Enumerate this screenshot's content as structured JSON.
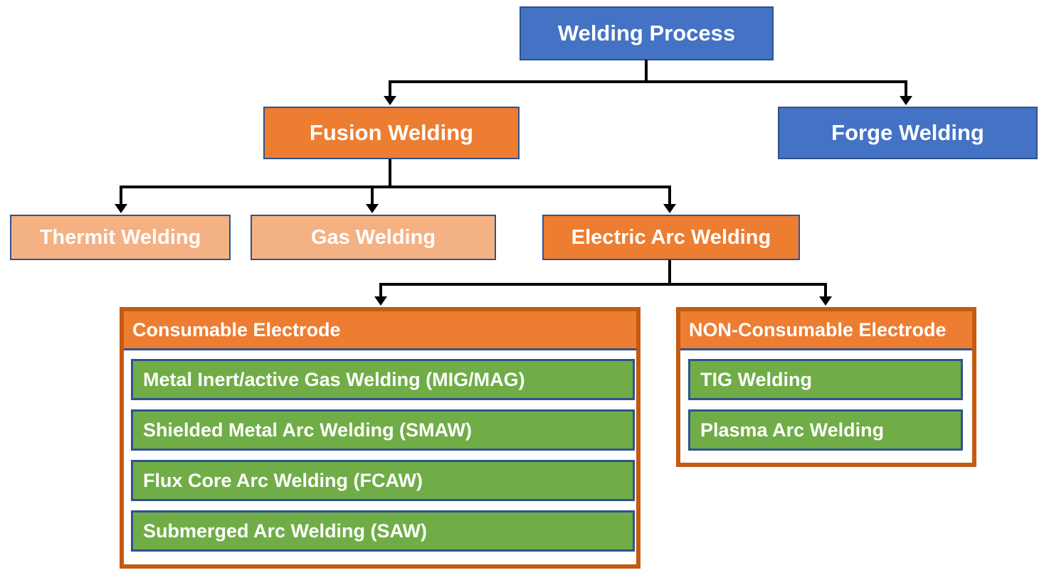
{
  "diagram_title": "Welding Process",
  "colors": {
    "blue_fill": "#4472C4",
    "orange_fill": "#ED7D31",
    "light_orange_fill": "#F4B183",
    "green_fill": "#70AD47",
    "navy_border": "#2F528F",
    "dark_orange_border": "#C55A11",
    "connector_line": "#000000",
    "text": "#FFFFFF",
    "background": "#FFFFFF"
  },
  "nodes": {
    "root": {
      "label": "Welding Process"
    },
    "fusion": {
      "label": "Fusion Welding"
    },
    "forge": {
      "label": "Forge Welding"
    },
    "thermit": {
      "label": "Thermit Welding"
    },
    "gas": {
      "label": "Gas Welding"
    },
    "electric_arc": {
      "label": "Electric Arc Welding"
    },
    "consumable": {
      "header": "Consumable Electrode",
      "items": [
        "Metal Inert/active Gas Welding (MIG/MAG)",
        "Shielded Metal Arc Welding (SMAW)",
        "Flux Core Arc Welding (FCAW)",
        "Submerged Arc Welding (SAW)"
      ]
    },
    "non_consumable": {
      "header": "NON-Consumable Electrode",
      "items": [
        "TIG Welding",
        "Plasma Arc Welding"
      ]
    }
  }
}
